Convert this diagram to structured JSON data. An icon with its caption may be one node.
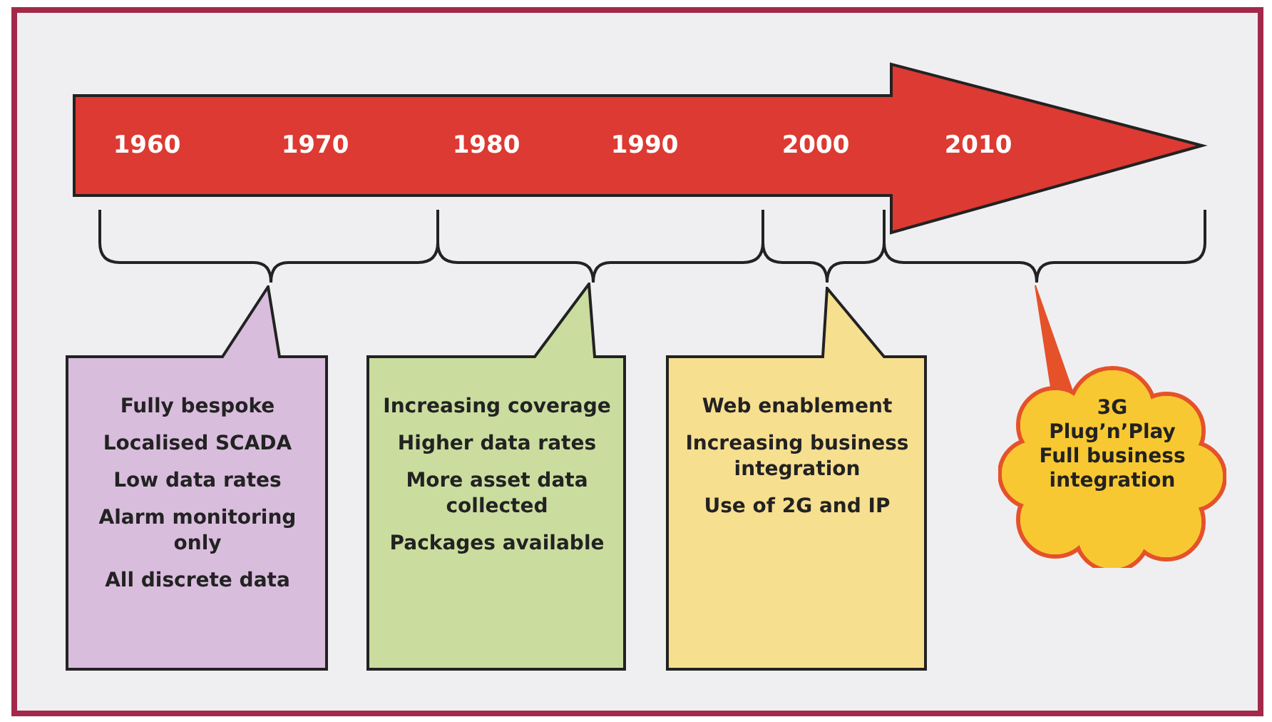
{
  "diagram": {
    "nodes": [
      {
        "text": [
          "Fully bespoke",
          "Localised SCADA",
          "Low data rates",
          "Alarm monitoring only",
          "All discrete data"
        ]
      },
      {
        "text": [
          "Increasing coverage",
          "Higher data rates",
          "More asset data collected",
          "Packages available"
        ]
      },
      {
        "text": [
          "Web enablement",
          "Increasing business integration",
          "Use of 2G and IP"
        ]
      },
      {
        "text": [
          "3G",
          "Plug’n’Play",
          "Full business integration"
        ]
      }
    ],
    "labels": [
      "1960",
      "1970",
      "1980",
      "1990",
      "2000",
      "2010"
    ]
  }
}
